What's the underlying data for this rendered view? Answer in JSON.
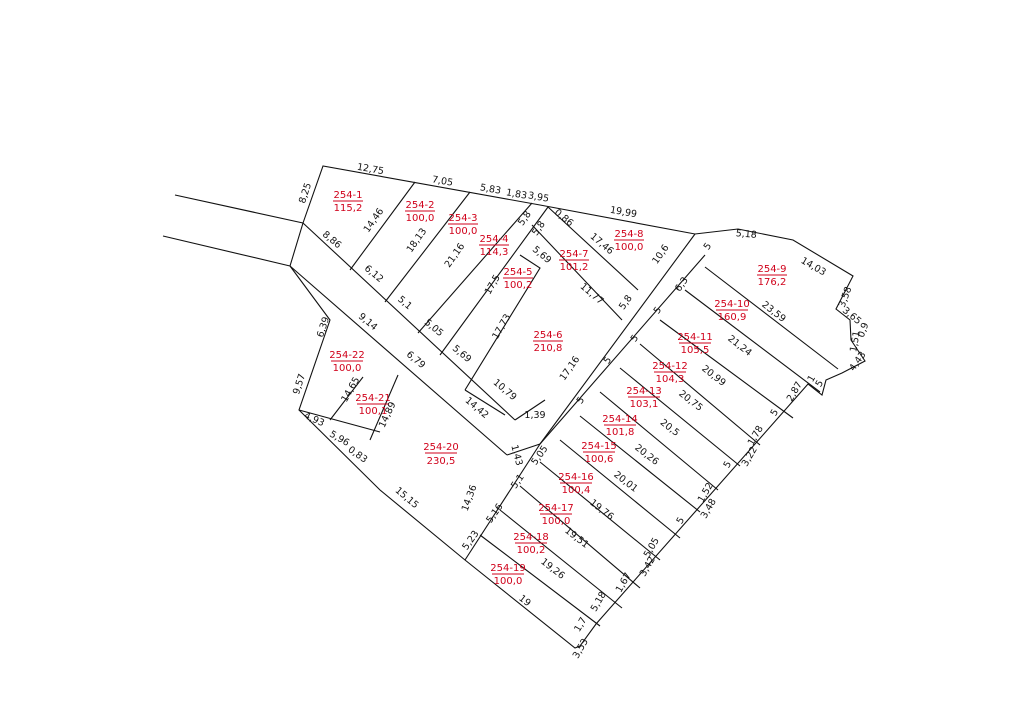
{
  "colors": {
    "line": "#111111",
    "lot_label": "#d0021b",
    "background": "#ffffff"
  },
  "lots": [
    {
      "id": "254-1",
      "area": "115,2"
    },
    {
      "id": "254-2",
      "area": "100,0"
    },
    {
      "id": "254-3",
      "area": "100,0"
    },
    {
      "id": "254-4",
      "area": "114,3"
    },
    {
      "id": "254-5",
      "area": "100,2"
    },
    {
      "id": "254-6",
      "area": "210,8"
    },
    {
      "id": "254-7",
      "area": "101,2"
    },
    {
      "id": "254-8",
      "area": "100,0"
    },
    {
      "id": "254-9",
      "area": "176,2"
    },
    {
      "id": "254-10",
      "area": "160,9"
    },
    {
      "id": "254-11",
      "area": "105,5"
    },
    {
      "id": "254-12",
      "area": "104,3"
    },
    {
      "id": "254-13",
      "area": "103,1"
    },
    {
      "id": "254-14",
      "area": "101,8"
    },
    {
      "id": "254-15",
      "area": "100,6"
    },
    {
      "id": "254-16",
      "area": "100,4"
    },
    {
      "id": "254-17",
      "area": "100,0"
    },
    {
      "id": "254-18",
      "area": "100,2"
    },
    {
      "id": "254-19",
      "area": "100,0"
    },
    {
      "id": "254-20",
      "area": "230,5"
    },
    {
      "id": "254-21",
      "area": "100,1"
    },
    {
      "id": "254-22",
      "area": "100,0"
    }
  ],
  "dimensions": [
    "12,75",
    "7,05",
    "5,83",
    "1,83",
    "3,95",
    "19,99",
    "5,18",
    "14,03",
    "8,25",
    "14,46",
    "18,13",
    "21,16",
    "5,8",
    "0,86",
    "5,8",
    "17,46",
    "10,6",
    "5",
    "8,86",
    "6,12",
    "5,1",
    "5,05",
    "5,69",
    "17,5",
    "5,69",
    "11,77",
    "5,8",
    "17,73",
    "9,14",
    "6,79",
    "10,79",
    "1,39",
    "17,16",
    "5",
    "5",
    "5",
    "6,3",
    "5",
    "6,39",
    "9,57",
    "4,93",
    "14,65",
    "14,89",
    "5,96",
    "0,83",
    "14,42",
    "1,43",
    "5,05",
    "5,1",
    "5,16",
    "5,23",
    "15,15",
    "14,36",
    "23,59",
    "21,24",
    "20,99",
    "20,75",
    "20,5",
    "20,26",
    "20,01",
    "19,76",
    "19,51",
    "19,26",
    "19",
    "3,58",
    "3,65",
    "0,9",
    "1,51",
    "4,43",
    "2,87",
    "1",
    "5",
    "5",
    "1,78",
    "3,22",
    "5",
    "1,52",
    "3,48",
    "5",
    "5,05",
    "3,42",
    "1,67",
    "5,18",
    "1,7",
    "3,53"
  ]
}
